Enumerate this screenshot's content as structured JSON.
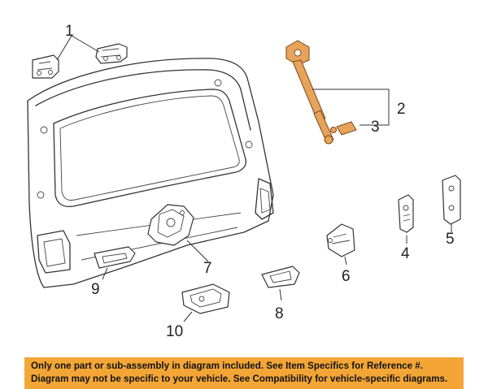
{
  "callouts": {
    "c1": "1",
    "c2": "2",
    "c3": "3",
    "c4": "4",
    "c5": "5",
    "c6": "6",
    "c7": "7",
    "c8": "8",
    "c9": "9",
    "c10": "10"
  },
  "notice": {
    "line1": "Only one part or sub-assembly in diagram included. See Item Specifics for Reference #.",
    "line2": "Diagram may not be specific to your vehicle. See Compatibility for vehicle-specific diagrams."
  },
  "colors": {
    "highlight_part": "#e8a35a",
    "notice_background": "#f3a636",
    "line": "#333333"
  }
}
